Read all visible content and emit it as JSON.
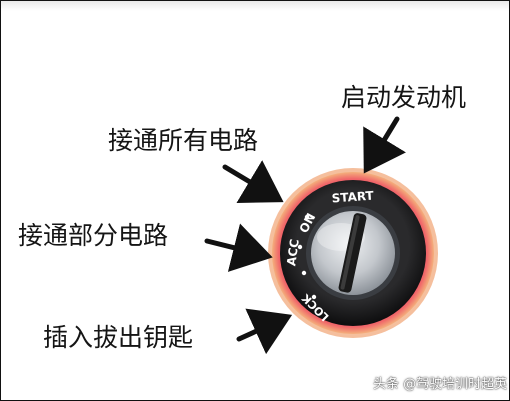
{
  "labels": {
    "start": "启动发动机",
    "on": "接通所有电路",
    "acc": "接通部分电路",
    "lock": "插入拔出钥匙"
  },
  "switch_marks": {
    "start": "START",
    "on": "ON",
    "acc": "ACC",
    "lock": "LOCK"
  },
  "watermark": "头条 @驾驶培训时超英",
  "colors": {
    "ring": "#e8365e",
    "ring_glow": "#f2a07a",
    "bezel": "#1d1d1f",
    "cylinder": "#c9ccd1",
    "key_slot": "#1a1a1a"
  }
}
